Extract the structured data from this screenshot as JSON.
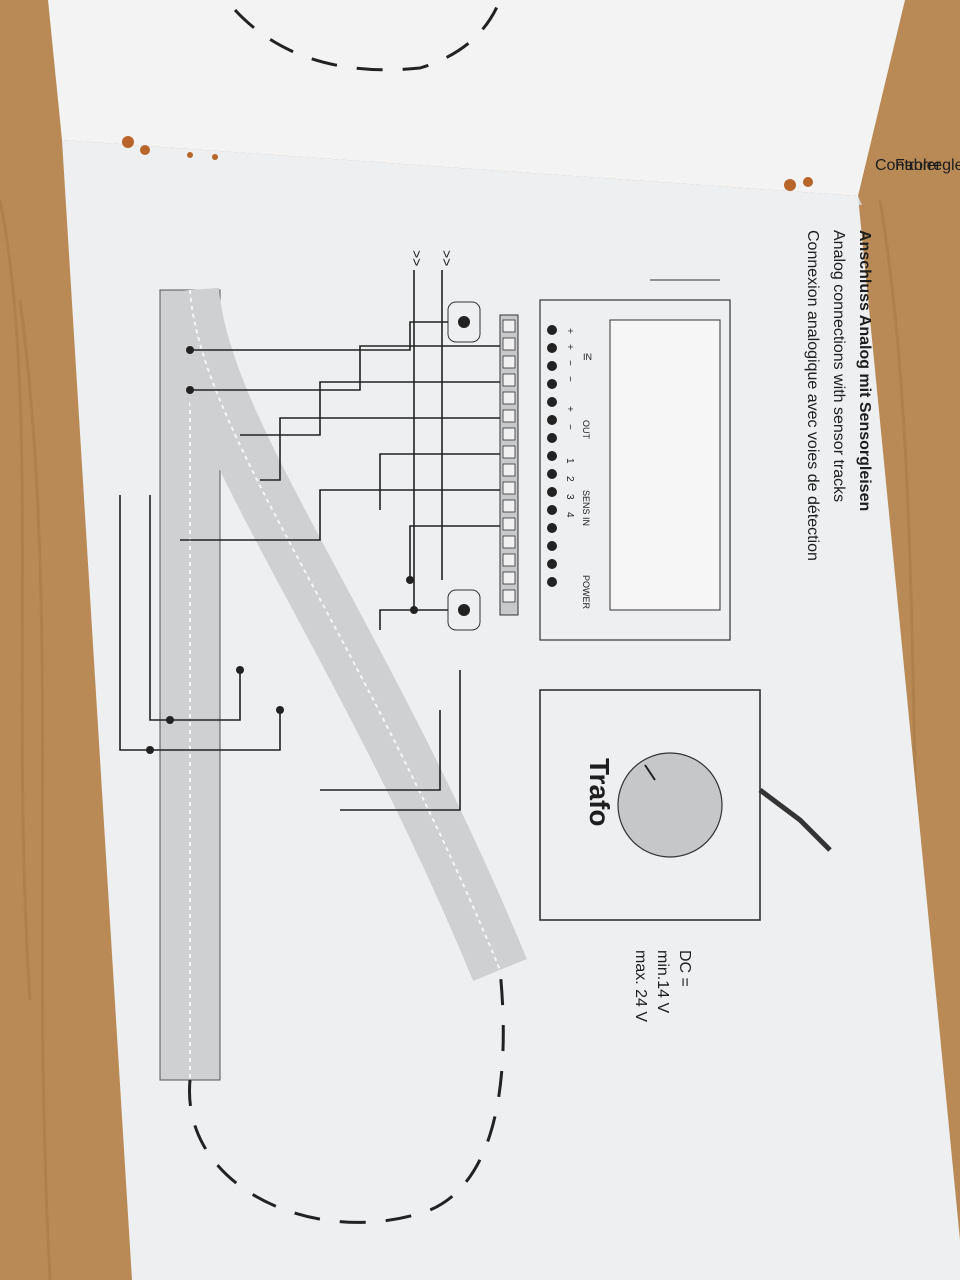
{
  "titles": {
    "de": "Anschluss Analog mit Sensorgleisen",
    "en": "Analog connections with sensor tracks",
    "fr": "Connexion analogique avec voies de détection"
  },
  "controller": {
    "label_de": "Fahrregler",
    "label_en": "Controler",
    "arrow": ">>"
  },
  "module": {
    "in_label": "IN",
    "out_label": "OUT",
    "sens_label": "SENS IN",
    "power_label": "POWER",
    "plus": "+",
    "minus": "−",
    "n1": "1",
    "n2": "2",
    "n3": "3",
    "n4": "4"
  },
  "trafo": {
    "label": "Trafo",
    "dc": "DC =",
    "min": "min.14 V",
    "max": "max. 24 V"
  },
  "colors": {
    "wood": "#b98a55",
    "paper": "#eeeff1",
    "track": "#cfd0d2",
    "ink": "#1e1e1e",
    "rust": "#b8652a"
  }
}
